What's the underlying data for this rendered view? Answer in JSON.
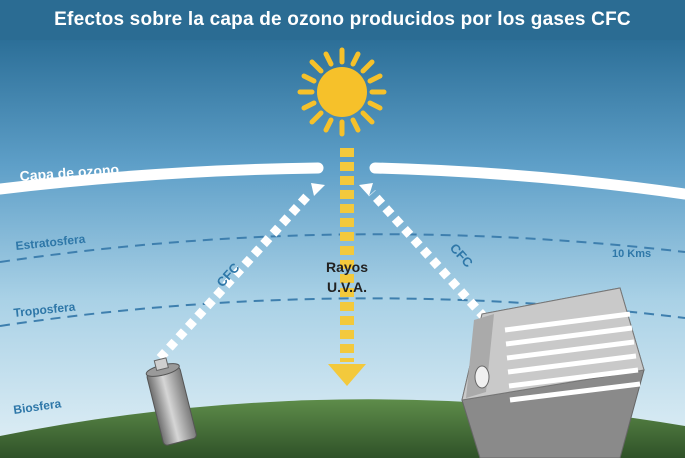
{
  "title": "Efectos sobre la capa de ozono producidos por los gases CFC",
  "labels": {
    "ozone_layer": "Capa de ozono",
    "stratosphere": "Estratosfera",
    "troposphere": "Troposfera",
    "biosphere": "Biosfera",
    "altitude": "10 Kms",
    "cfc_left": "CFC",
    "cfc_right": "CFC",
    "uv_line1": "Rayos",
    "uv_line2": "U.V.A."
  },
  "colors": {
    "banner": "#2b6c93",
    "sky_top": "#2c6f98",
    "sky_bottom": "#dcedf5",
    "sun": "#f6c12a",
    "uv_arrow": "#f3c93c",
    "ground": "#3f6a34",
    "text_blue": "#2e77a8",
    "dashed_line": "#3e7fae"
  },
  "icons": [
    "sun-icon",
    "spray-can-icon",
    "air-conditioner-icon"
  ]
}
